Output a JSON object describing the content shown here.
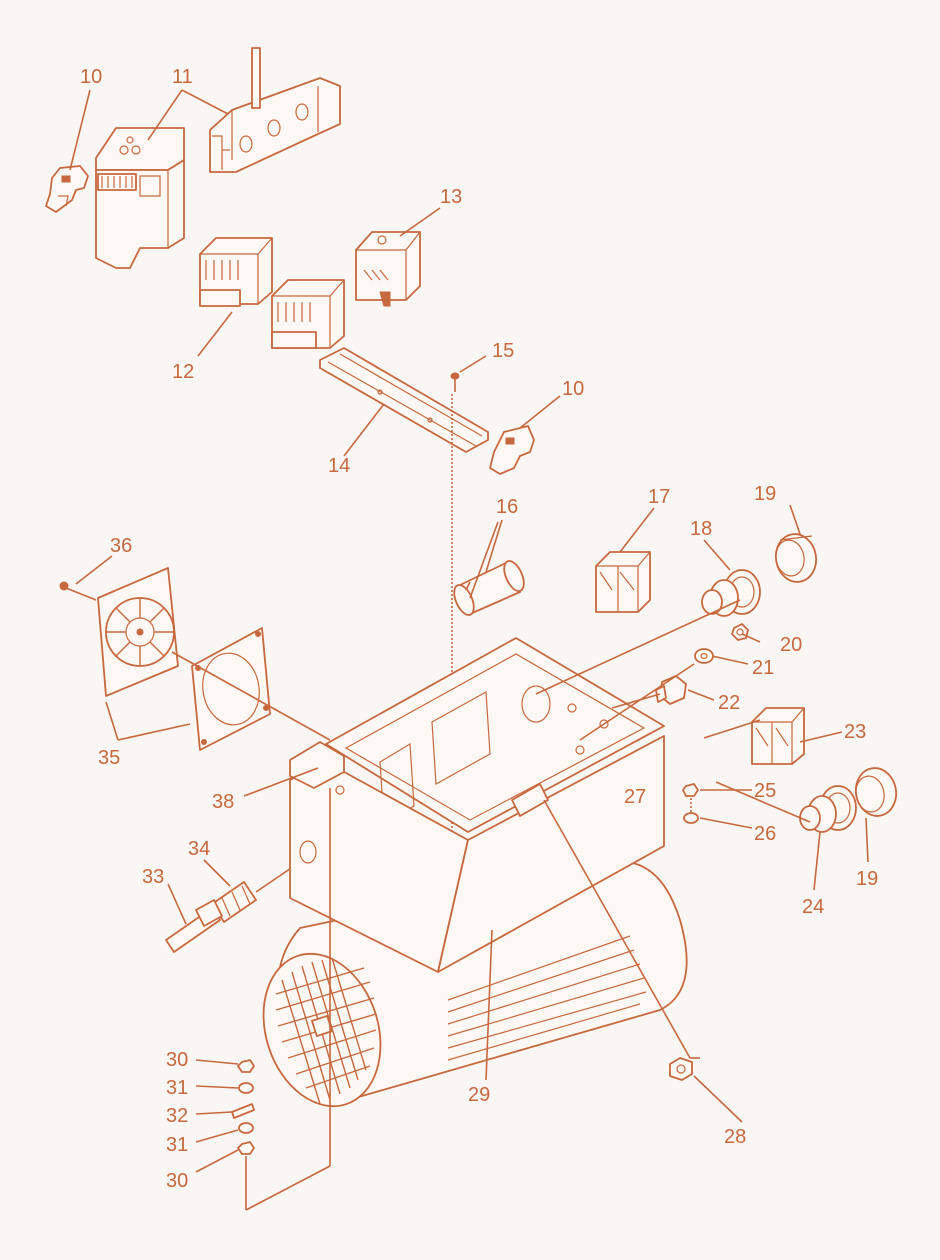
{
  "diagram": {
    "line_color": "#c7683e",
    "background": "#faf6f3",
    "callouts": [
      {
        "id": "c10a",
        "text": "10"
      },
      {
        "id": "c11",
        "text": "11"
      },
      {
        "id": "c13",
        "text": "13"
      },
      {
        "id": "c12",
        "text": "12"
      },
      {
        "id": "c15",
        "text": "15"
      },
      {
        "id": "c10b",
        "text": "10"
      },
      {
        "id": "c14",
        "text": "14"
      },
      {
        "id": "c16",
        "text": "16"
      },
      {
        "id": "c17",
        "text": "17"
      },
      {
        "id": "c19a",
        "text": "19"
      },
      {
        "id": "c18",
        "text": "18"
      },
      {
        "id": "c36",
        "text": "36"
      },
      {
        "id": "c20",
        "text": "20"
      },
      {
        "id": "c21",
        "text": "21"
      },
      {
        "id": "c22",
        "text": "22"
      },
      {
        "id": "c35",
        "text": "35"
      },
      {
        "id": "c23",
        "text": "23"
      },
      {
        "id": "c38",
        "text": "38"
      },
      {
        "id": "c25",
        "text": "25"
      },
      {
        "id": "c27",
        "text": "27"
      },
      {
        "id": "c26",
        "text": "26"
      },
      {
        "id": "c34",
        "text": "34"
      },
      {
        "id": "c33",
        "text": "33"
      },
      {
        "id": "c19b",
        "text": "19"
      },
      {
        "id": "c24",
        "text": "24"
      },
      {
        "id": "c30a",
        "text": "30"
      },
      {
        "id": "c31a",
        "text": "31"
      },
      {
        "id": "c32",
        "text": "32"
      },
      {
        "id": "c31b",
        "text": "31"
      },
      {
        "id": "c30b",
        "text": "30"
      },
      {
        "id": "c29",
        "text": "29"
      },
      {
        "id": "c28",
        "text": "28"
      }
    ]
  }
}
